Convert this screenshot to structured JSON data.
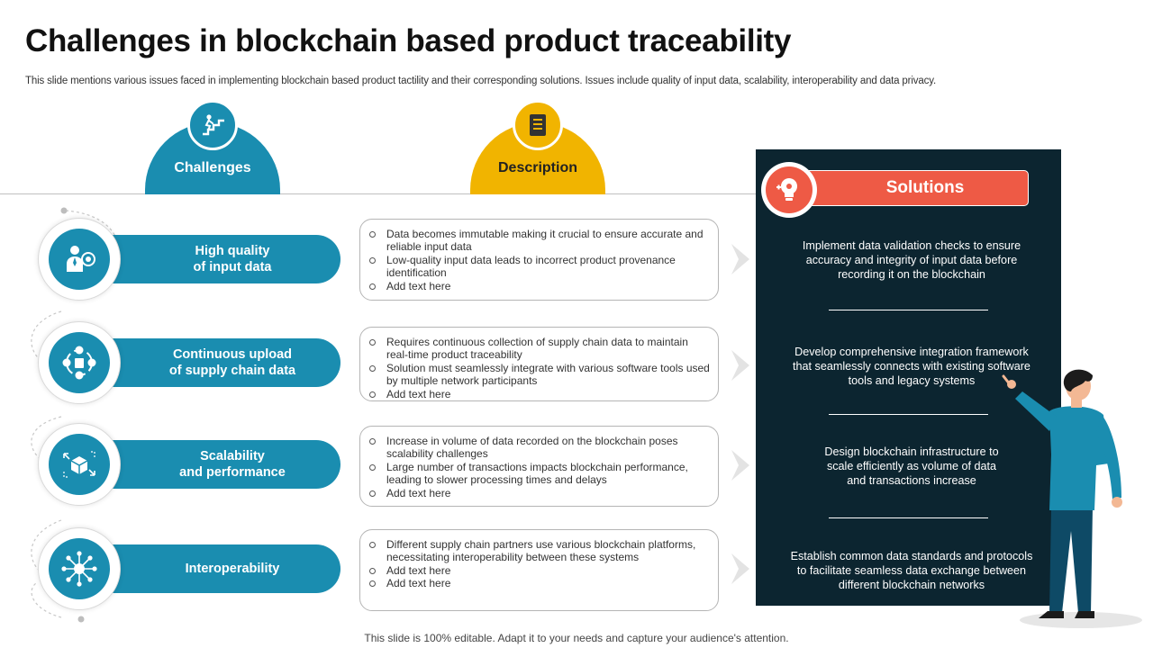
{
  "header": {
    "title": "Challenges in blockchain based product traceability",
    "subtitle": "This slide mentions various issues faced in implementing blockchain based product tactility and their corresponding solutions. Issues include quality of input data, scalability, interoperability and data privacy."
  },
  "columns": {
    "challenges_label": "Challenges",
    "description_label": "Description",
    "solutions_label": "Solutions"
  },
  "rows": [
    {
      "challenge": "High quality\nof input data",
      "icon": "businessman-target-icon",
      "bullets": [
        "Data becomes immutable making it crucial to ensure accurate and reliable input data",
        "Low-quality input data leads to incorrect product provenance identification",
        "Add text here"
      ],
      "solution": "Implement  data validation  checks to ensure\naccuracy and integrity  of input data before\nrecording  it on the blockchain"
    },
    {
      "challenge": "Continuous upload\nof supply chain data",
      "icon": "supply-chain-cycle-icon",
      "bullets": [
        "Requires continuous collection of supply chain data to maintain real-time product traceability",
        "Solution must seamlessly integrate with various software tools used by multiple network participants",
        "Add text here"
      ],
      "solution": "Develop  comprehensive  integration framework\nthat seamlessly connects with existing software\ntools and legacy systems"
    },
    {
      "challenge": "Scalability\nand performance",
      "icon": "cube-expand-icon",
      "bullets": [
        "Increase in volume of data recorded on the blockchain poses scalability challenges",
        "Large number of transactions impacts blockchain performance, leading to slower processing times and delays",
        "Add text here"
      ],
      "solution": "Design  blockchain infrastructure  to\nscale efficiently  as volume  of data\nand transactions increase"
    },
    {
      "challenge": "Interoperability",
      "icon": "network-hub-icon",
      "bullets": [
        "Different supply chain partners use various blockchain platforms, necessitating interoperability between these systems",
        "Add text here",
        "Add text here"
      ],
      "solution": "Establish common data standards  and protocols\nto facilitate seamless data exchange between\ndifferent  blockchain networks"
    }
  ],
  "footer": {
    "text": "This slide is 100% editable. Adapt it to your needs and capture your audience's attention."
  },
  "colors": {
    "teal": "#1a8db0",
    "yellow": "#f1b400",
    "dark_panel": "#0c2530",
    "solutions_red": "#ee5a45"
  }
}
